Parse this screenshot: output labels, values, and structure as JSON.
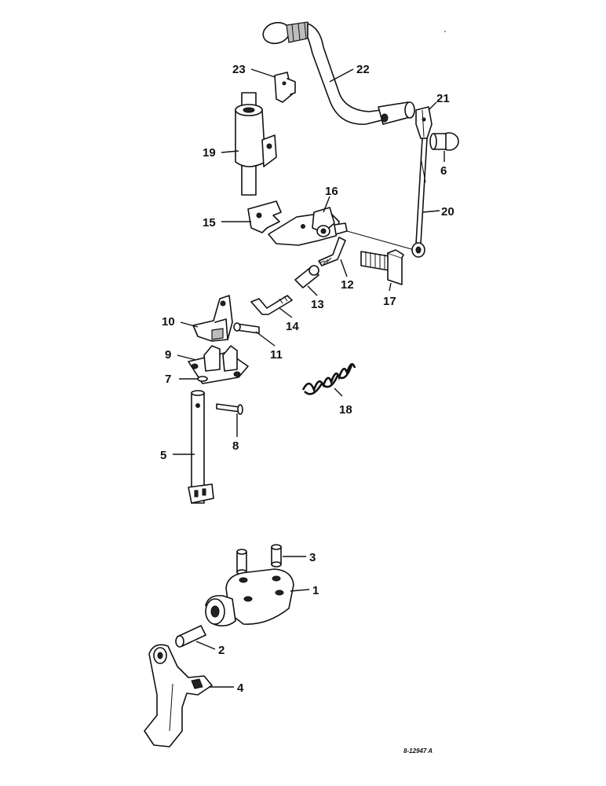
{
  "drawing_ref": "8-12947 A",
  "callouts": [
    {
      "id": "1",
      "label": "1"
    },
    {
      "id": "2",
      "label": "2"
    },
    {
      "id": "3",
      "label": "3"
    },
    {
      "id": "4",
      "label": "4"
    },
    {
      "id": "5",
      "label": "5"
    },
    {
      "id": "6",
      "label": "6"
    },
    {
      "id": "7",
      "label": "7"
    },
    {
      "id": "8",
      "label": "8"
    },
    {
      "id": "9",
      "label": "9"
    },
    {
      "id": "10",
      "label": "10"
    },
    {
      "id": "11",
      "label": "11"
    },
    {
      "id": "12",
      "label": "12"
    },
    {
      "id": "13",
      "label": "13"
    },
    {
      "id": "14",
      "label": "14"
    },
    {
      "id": "15",
      "label": "15"
    },
    {
      "id": "16",
      "label": "16"
    },
    {
      "id": "17",
      "label": "17"
    },
    {
      "id": "18",
      "label": "18"
    },
    {
      "id": "19",
      "label": "19"
    },
    {
      "id": "20",
      "label": "20"
    },
    {
      "id": "21",
      "label": "21"
    },
    {
      "id": "22",
      "label": "22"
    },
    {
      "id": "23",
      "label": "23"
    }
  ]
}
